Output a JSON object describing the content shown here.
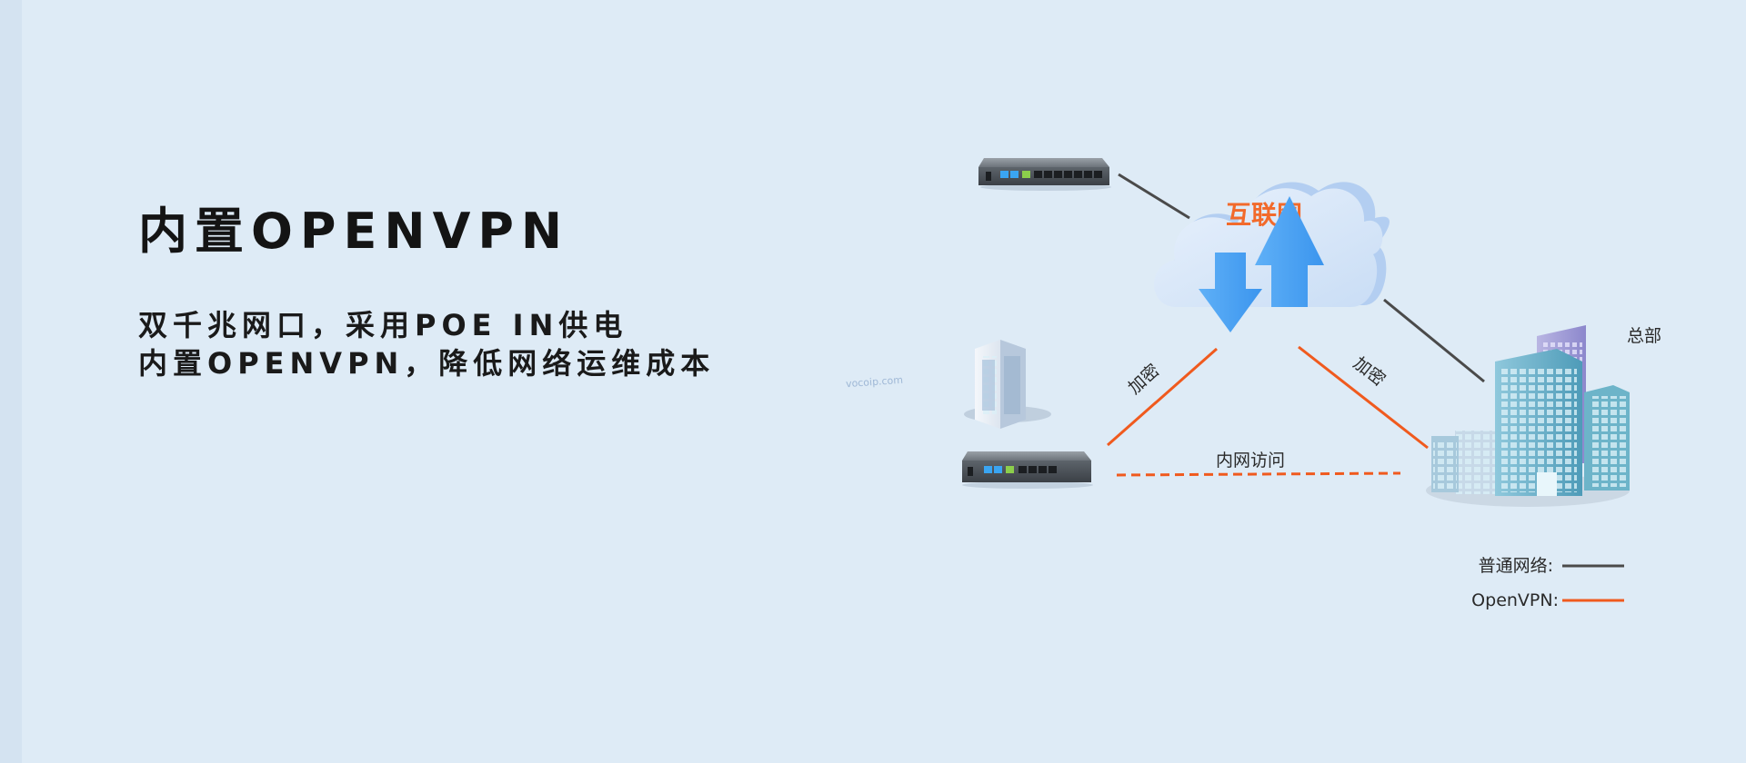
{
  "headline": {
    "title": "内置OPENVPN",
    "line1": "双千兆网口，采用POE IN供电",
    "line2": "内置OPENVPN，降低网络运维成本"
  },
  "watermark": "vocoip.com",
  "diagram": {
    "cloud_label": "互联网",
    "encrypt_left": "加密",
    "encrypt_right": "加密",
    "intranet_label": "内网访问",
    "hq_label": "总部"
  },
  "legend": {
    "normal_label": "普通网络:",
    "vpn_label": "OpenVPN:"
  },
  "colors": {
    "background": "#deebf6",
    "vpn_line": "#f05a1e",
    "normal_line": "#4a4a4a",
    "cloud_label": "#f26a2b",
    "arrow_blue": "#4aa3f5"
  },
  "icons": [
    "router-device-icon",
    "server-tower-icon",
    "cloud-icon",
    "download-arrow-icon",
    "upload-arrow-icon",
    "office-buildings-icon"
  ]
}
